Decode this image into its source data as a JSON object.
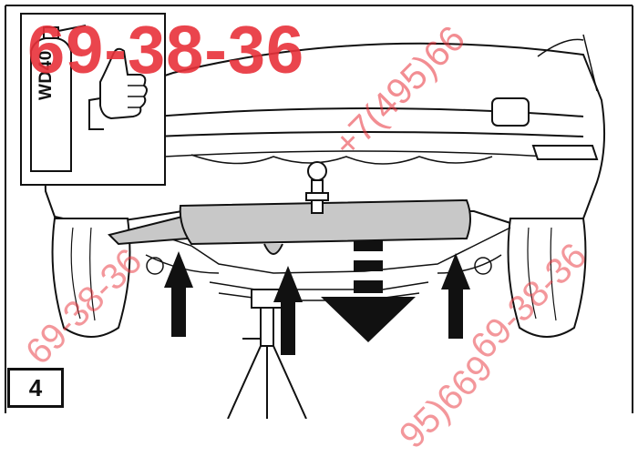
{
  "step": {
    "number": "4"
  },
  "inset": {
    "can_label": "WD40"
  },
  "watermarks": {
    "big": "69-38-36",
    "phone": "+7(495)66",
    "diag_left": "69-38-36",
    "diag_right": "69-38-36",
    "diag_bottom": "95)669"
  },
  "colors": {
    "watermark": "#e8313a",
    "line": "#111111",
    "muffler_fill": "#c8c8c8",
    "arrow": "#111111"
  },
  "icons": [
    "spray-can-icon",
    "thumbs-up-hand-icon",
    "up-arrow-icon",
    "down-arrow-icon",
    "jack-stand-icon"
  ]
}
